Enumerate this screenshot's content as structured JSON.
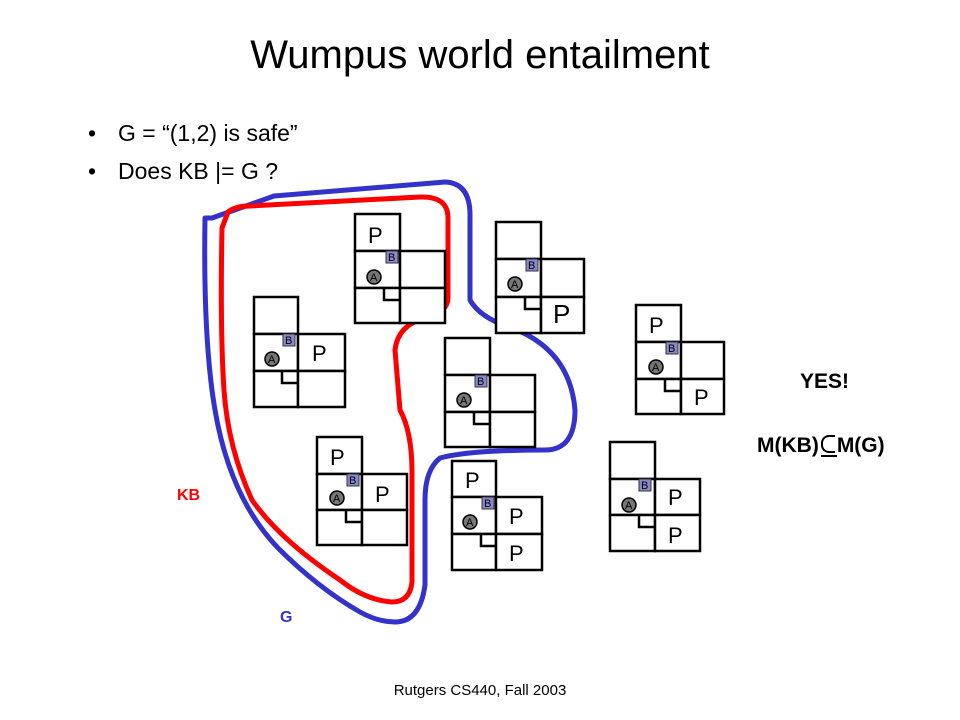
{
  "title": "Wumpus world entailment",
  "bullets": [
    {
      "marker": "•",
      "text": "G = “(1,2) is safe”"
    },
    {
      "marker": "•",
      "text": "Does KB |= G ?"
    }
  ],
  "labels": {
    "kb": "KB",
    "g": "G",
    "yes": "YES!",
    "m_kb": "M(KB)",
    "m_g": "M(G)"
  },
  "glyphs": {
    "pit": "P",
    "breeze": "B",
    "agent": "A"
  },
  "footer": "Rutgers CS440, Fall 2003",
  "colors": {
    "kb_curve": "#ff0000",
    "g_curve": "#3333cc",
    "breeze_fill": "#8888cc",
    "agent_fill": "#777777"
  }
}
